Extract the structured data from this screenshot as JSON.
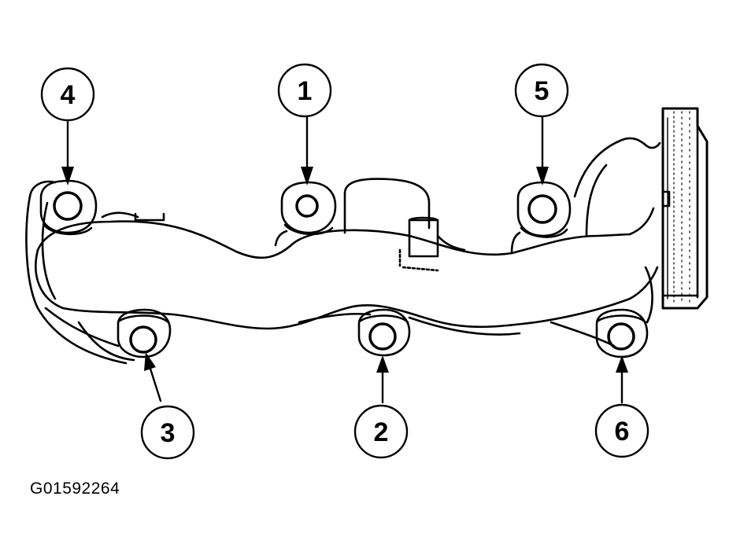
{
  "figure_id": "G01592264",
  "callouts": [
    {
      "id": "bolt-4",
      "label": "4"
    },
    {
      "id": "bolt-1",
      "label": "1"
    },
    {
      "id": "bolt-5",
      "label": "5"
    },
    {
      "id": "bolt-3",
      "label": "3"
    },
    {
      "id": "bolt-2",
      "label": "2"
    },
    {
      "id": "bolt-6",
      "label": "6"
    }
  ]
}
